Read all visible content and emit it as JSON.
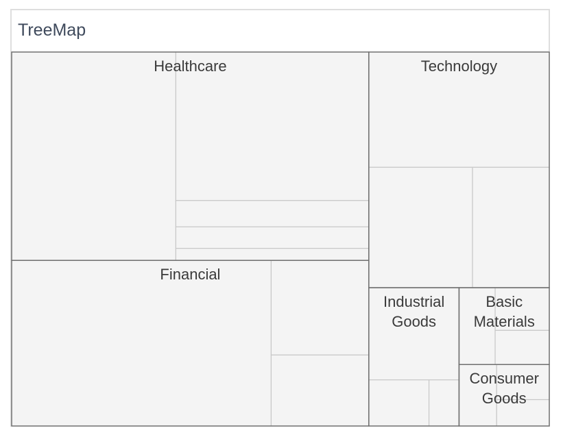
{
  "title": "TreeMap",
  "colors": {
    "tile_fill": "#f4f4f4",
    "tile_border": "#c8c8c8",
    "group_border": "#6e6e6e",
    "label": "#3a3a3a",
    "title": "#3f4a5c"
  },
  "chart_data": {
    "type": "treemap",
    "groups": [
      {
        "name": "Healthcare",
        "label_lines": [
          "Healthcare"
        ],
        "children": [
          74,
          62,
          11,
          9,
          5
        ]
      },
      {
        "name": "Financial",
        "label_lines": [
          "Financial"
        ],
        "children": [
          93,
          20,
          15
        ]
      },
      {
        "name": "Technology",
        "label_lines": [
          "Technology"
        ],
        "children": [
          45,
          27,
          20
        ]
      },
      {
        "name": "Industrial Goods",
        "label_lines": [
          "Industrial",
          "Goods"
        ],
        "children": [
          18,
          6,
          3
        ]
      },
      {
        "name": "Basic Materials",
        "label_lines": [
          "Basic",
          "Materials"
        ],
        "children": [
          5,
          6,
          4
        ]
      },
      {
        "name": "Consumer Goods",
        "label_lines": [
          "Consumer",
          "Goods"
        ],
        "children": [
          5,
          4,
          3
        ]
      }
    ]
  }
}
